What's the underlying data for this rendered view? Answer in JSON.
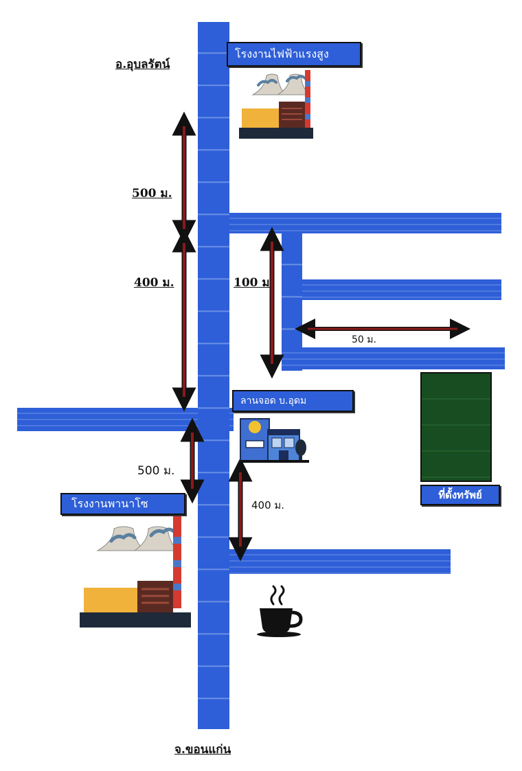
{
  "map": {
    "towns": {
      "north": "อ.อุบลรัตน์",
      "south": "จ.ขอนแก่น"
    },
    "places": {
      "power_plant_north": "โรงงานไฟฟ้าแรงสูง",
      "power_plant_south": "โรงงานพานาโซ",
      "parking": "ลานจอด บ.อุดม",
      "property": "ที่ดั้งทรัพย์"
    },
    "distances": {
      "d1": "500 ม.",
      "d2": "400 ม.",
      "d3": "100 ม.",
      "d4": "50 ม.",
      "d5": "500 ม.",
      "d6": "400 ม."
    },
    "icons": [
      "power-plant-icon",
      "shop-icon",
      "coffee-cup-icon"
    ],
    "colors": {
      "road": "#2e5fd8",
      "arrow": "#8b1a1a",
      "property": "#174d20"
    }
  }
}
